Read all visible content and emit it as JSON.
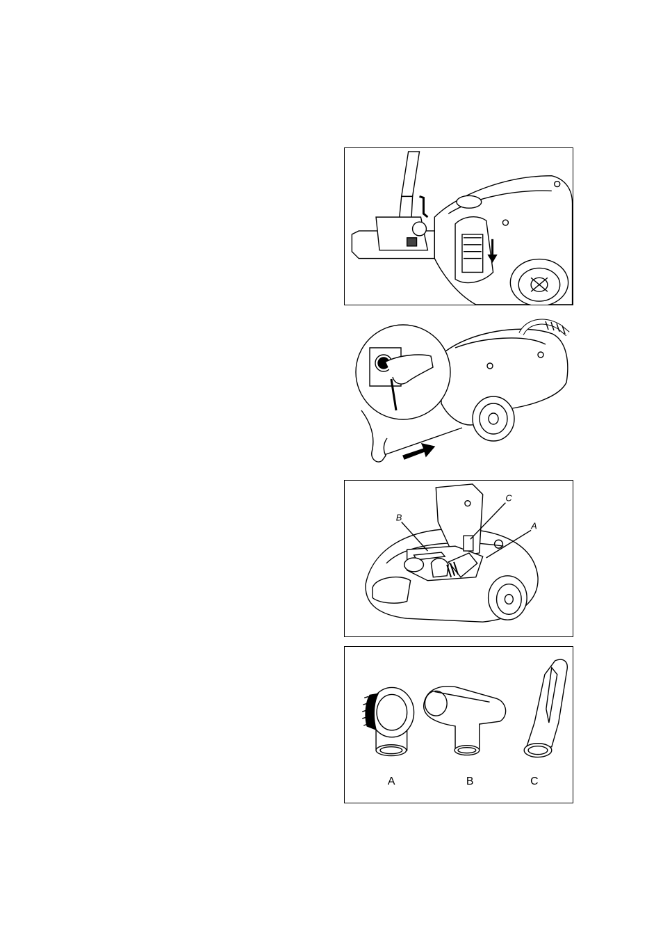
{
  "figures": {
    "fig1": {
      "icon": "vacuum-cleaner-parking-nozzle-illustration"
    },
    "fig2": {
      "icon": "vacuum-cleaner-unplug-illustration"
    },
    "fig3": {
      "icon": "vacuum-cleaner-accessory-storage-illustration",
      "label_a": "A",
      "label_b": "B",
      "label_c": "C"
    },
    "fig4": {
      "icon": "vacuum-accessories-illustration",
      "caption_a": "A",
      "caption_b": "B",
      "caption_c": "C"
    }
  }
}
